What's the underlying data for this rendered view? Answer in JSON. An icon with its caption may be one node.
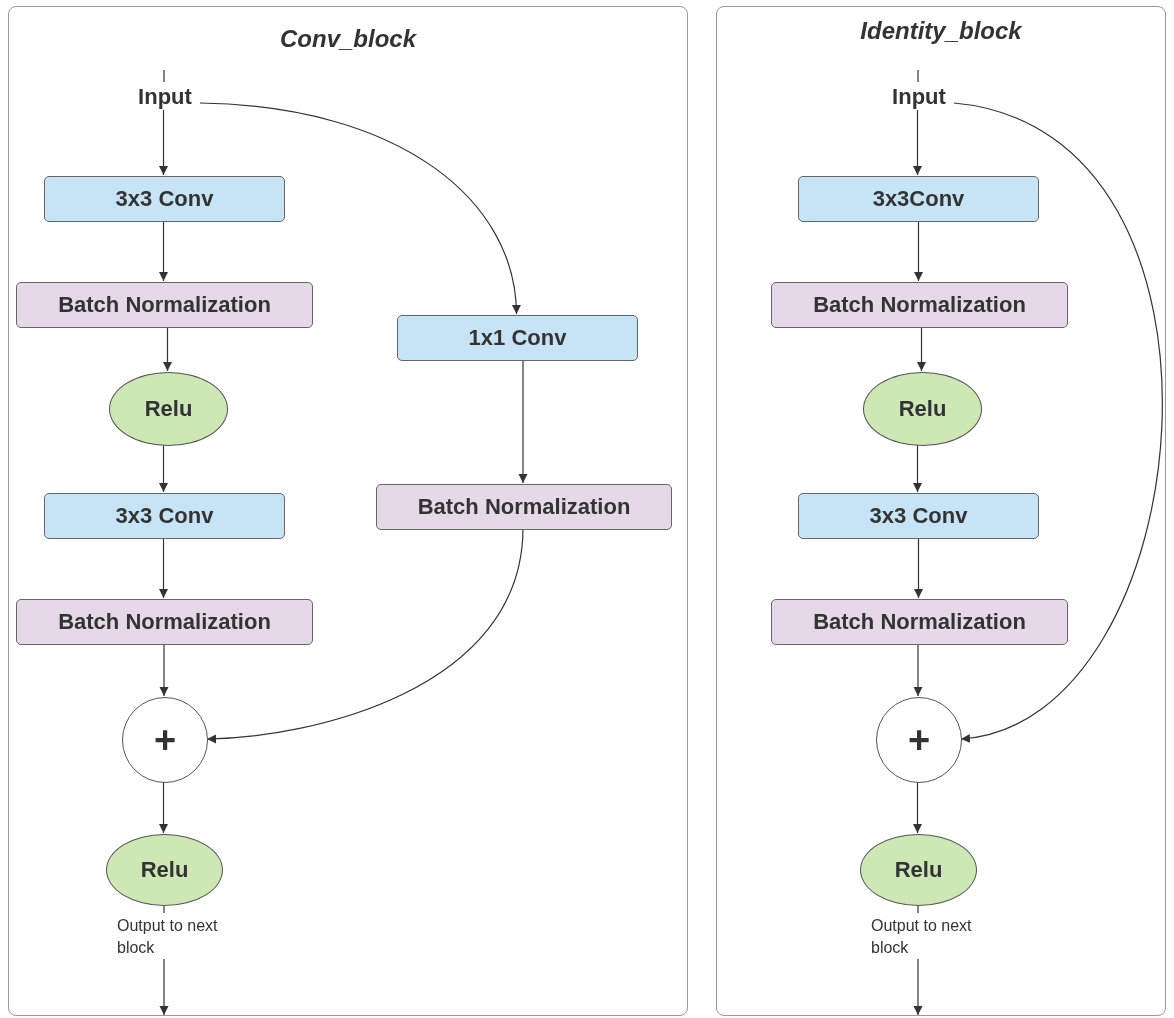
{
  "diagram": {
    "nodes": [
      {
        "text": [
          "Conv_block"
        ]
      },
      {
        "text": [
          "Input"
        ],
        "in": 0
      },
      {
        "text": [
          "3x3 Conv"
        ],
        "in": 0
      },
      {
        "text": [
          "Batch Normalization"
        ],
        "in": 0
      },
      {
        "text": [
          "Relu"
        ],
        "in": 0
      },
      {
        "text": [
          "3x3 Conv"
        ],
        "in": 0
      },
      {
        "text": [
          "Batch Normalization"
        ],
        "in": 0
      },
      {
        "text": [
          "1x1 Conv"
        ],
        "in": 0
      },
      {
        "text": [
          "Batch Normalization"
        ],
        "in": 0
      },
      {
        "text": [
          "+"
        ],
        "in": 0
      },
      {
        "text": [
          "Relu"
        ],
        "in": 0
      },
      {
        "text": [
          "Output to next block"
        ],
        "in": 0
      },
      {
        "text": [
          "Identity_block"
        ]
      },
      {
        "text": [
          "Input"
        ],
        "in": 12
      },
      {
        "text": [
          "3x3Conv"
        ],
        "in": 12
      },
      {
        "text": [
          "Batch Normalization"
        ],
        "in": 12
      },
      {
        "text": [
          "Relu"
        ],
        "in": 12
      },
      {
        "text": [
          "3x3 Conv"
        ],
        "in": 12
      },
      {
        "text": [
          "Batch Normalization"
        ],
        "in": 12
      },
      {
        "text": [
          "+"
        ],
        "in": 12
      },
      {
        "text": [
          "Relu"
        ],
        "in": 12
      },
      {
        "text": [
          "Output to next block"
        ],
        "in": 12
      }
    ],
    "edges": [
      {
        "from": null,
        "to": 1,
        "arrow": "none"
      },
      {
        "from": 1,
        "to": 2,
        "arrow": "to"
      },
      {
        "from": 2,
        "to": 3,
        "arrow": "to"
      },
      {
        "from": 3,
        "to": 4,
        "arrow": "to"
      },
      {
        "from": 4,
        "to": 5,
        "arrow": "to"
      },
      {
        "from": 5,
        "to": 6,
        "arrow": "to"
      },
      {
        "from": 6,
        "to": 9,
        "arrow": "to"
      },
      {
        "from": 1,
        "to": 7,
        "arrow": "to"
      },
      {
        "from": 7,
        "to": 8,
        "arrow": "to"
      },
      {
        "from": 8,
        "to": 9,
        "arrow": "to"
      },
      {
        "from": 9,
        "to": 10,
        "arrow": "to"
      },
      {
        "from": 10,
        "to": 11,
        "arrow": "none"
      },
      {
        "from": 11,
        "to": null,
        "arrow": "to"
      },
      {
        "from": null,
        "to": 13,
        "arrow": "none"
      },
      {
        "from": 13,
        "to": 14,
        "arrow": "to"
      },
      {
        "from": 14,
        "to": 15,
        "arrow": "to"
      },
      {
        "from": 15,
        "to": 16,
        "arrow": "to"
      },
      {
        "from": 16,
        "to": 17,
        "arrow": "to"
      },
      {
        "from": 17,
        "to": 18,
        "arrow": "to"
      },
      {
        "from": 18,
        "to": 19,
        "arrow": "to"
      },
      {
        "from": 13,
        "to": 19,
        "arrow": "to"
      },
      {
        "from": 19,
        "to": 20,
        "arrow": "to"
      },
      {
        "from": 20,
        "to": 21,
        "arrow": "none"
      },
      {
        "from": 21,
        "to": null,
        "arrow": "to"
      }
    ]
  }
}
